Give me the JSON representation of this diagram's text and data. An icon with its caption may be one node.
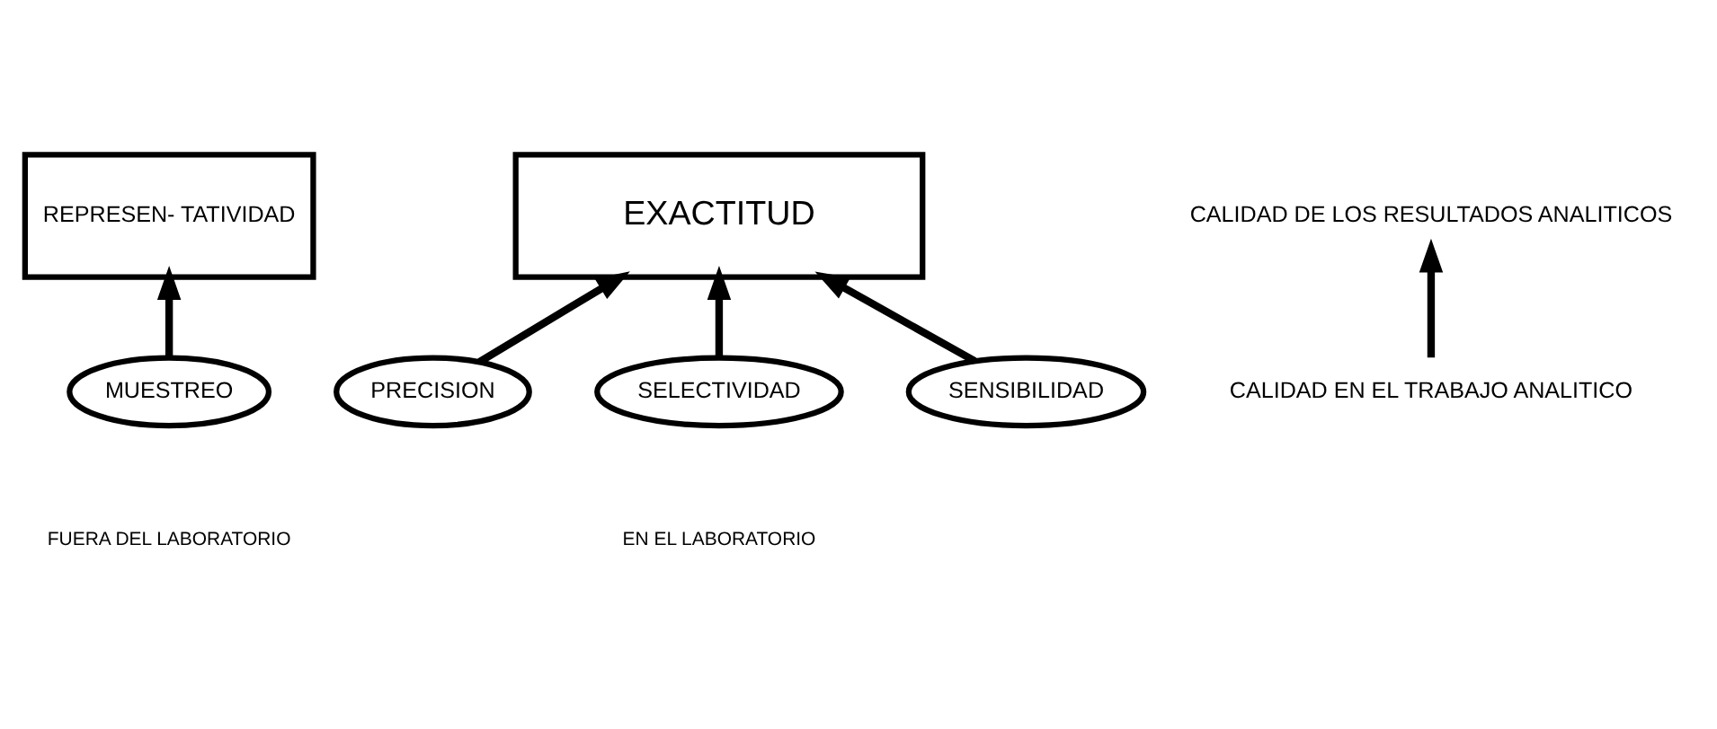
{
  "diagram": {
    "nodes": [
      {
        "text": [
          "REPRESEN- TATIVIDAD"
        ]
      },
      {
        "text": [
          "EXACTITUD"
        ]
      },
      {
        "text": [
          "CALIDAD DE LOS RESULTADOS ANALITICOS"
        ]
      },
      {
        "text": [
          "MUESTREO"
        ]
      },
      {
        "text": [
          "PRECISION"
        ]
      },
      {
        "text": [
          "SELECTIVIDAD"
        ]
      },
      {
        "text": [
          "SENSIBILIDAD"
        ]
      },
      {
        "text": [
          "CALIDAD EN EL TRABAJO ANALITICO"
        ]
      }
    ],
    "edges": [
      {
        "from": 3,
        "to": 0,
        "arrow": "to"
      },
      {
        "from": 4,
        "to": 1,
        "arrow": "to"
      },
      {
        "from": 5,
        "to": 1,
        "arrow": "to"
      },
      {
        "from": 6,
        "to": 1,
        "arrow": "to"
      },
      {
        "from": 7,
        "to": 2,
        "arrow": "to"
      }
    ],
    "labels": [
      "FUERA DEL LABORATORIO",
      "EN EL LABORATORIO"
    ]
  }
}
